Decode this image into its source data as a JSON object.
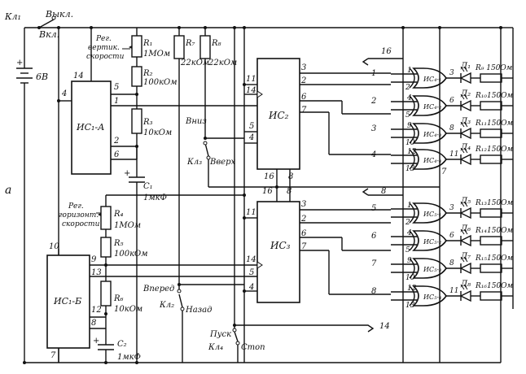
{
  "figure_label": "а",
  "power": {
    "switch": "Кл₁",
    "off": "Выкл.",
    "on": "Вкл.",
    "battery": "6В"
  },
  "chips": {
    "ic1a": "ИС₁-А",
    "ic1b": "ИС₁-Б",
    "ic2": "ИС₂",
    "ic3": "ИС₃"
  },
  "resistors": {
    "r1": [
      "R₁",
      "1МОм"
    ],
    "r2": [
      "R₂",
      "100кОм"
    ],
    "r3": [
      "R₃",
      "10кОм"
    ],
    "r4": [
      "R₄",
      "1МОм"
    ],
    "r5": [
      "R₅",
      "100кОм"
    ],
    "r6": [
      "R₆",
      "10кОм"
    ],
    "r7": [
      "R₇",
      "22кОм"
    ],
    "r8": [
      "R₈",
      "22кОм"
    ]
  },
  "caps": {
    "c1": [
      "C₁",
      "1мкФ"
    ],
    "c2": [
      "C₂",
      "1мкФ"
    ]
  },
  "controls": {
    "vert_speed": [
      "Рег.",
      "вертик.",
      "скорости"
    ],
    "horiz_speed": [
      "Рег.",
      "горизонт.",
      "скорости"
    ],
    "kl3": "Кл₃",
    "down": "Вниз",
    "up": "Вверх",
    "kl2": "Кл₂",
    "fwd": "Вперед",
    "back": "Назад",
    "kl4": "Кл₄",
    "start": "Пуск",
    "stop": "Стоп"
  },
  "xor_gates": [
    {
      "label": "ИС₄-₁",
      "in": [
        "1",
        "2"
      ],
      "out": "3",
      "diode": "Д₁",
      "res": "R₉ 150Ом"
    },
    {
      "label": "ИС₄-₂",
      "in": [
        "4",
        "5"
      ],
      "out": "6",
      "diode": "Д₂",
      "res": "R₁₀150Ом"
    },
    {
      "label": "ИС₄-₃",
      "in": [
        "9",
        "10"
      ],
      "out": "8",
      "diode": "Д₃",
      "res": "R₁₁150Ом"
    },
    {
      "label": "ИС₄-₄",
      "in": [
        "12",
        "13"
      ],
      "out": "11",
      "diode": "Д₄",
      "res": "R₁₂150Ом"
    },
    {
      "label": "ИС₅-₁",
      "in": [
        "1",
        "2"
      ],
      "out": "3",
      "diode": "Д₅",
      "res": "R₁₃150Ом"
    },
    {
      "label": "ИС₅-₂",
      "in": [
        "4",
        "5"
      ],
      "out": "6",
      "diode": "Д₆",
      "res": "R₁₄150Ом"
    },
    {
      "label": "ИС₅-₃",
      "in": [
        "9",
        "10"
      ],
      "out": "8",
      "diode": "Д₇",
      "res": "R₁₅150Ом"
    },
    {
      "label": "ИС₅-₄",
      "in": [
        "12",
        "13"
      ],
      "out": "11",
      "diode": "Д₈",
      "res": "R₁₆150Ом"
    }
  ],
  "pins": {
    "ic1a": [
      "14",
      "4",
      "5",
      "1",
      "2",
      "6"
    ],
    "ic1b": [
      "10",
      "9",
      "13",
      "12",
      "8",
      "7"
    ],
    "ic2_left": [
      "11",
      "14",
      "5",
      "4",
      "16",
      "8"
    ],
    "ic2_right": [
      "3",
      "2",
      "6",
      "7"
    ],
    "ic3_left": [
      "16",
      "8",
      "11",
      "14",
      "5",
      "4"
    ],
    "ic3_right": [
      "3",
      "2",
      "6",
      "7"
    ],
    "flags": [
      "16",
      "7",
      "8",
      "14",
      "14"
    ]
  },
  "gate_side_numbers": [
    "1",
    "2",
    "3",
    "4",
    "5",
    "6",
    "7",
    "8",
    "9",
    "10",
    "11",
    "12"
  ]
}
